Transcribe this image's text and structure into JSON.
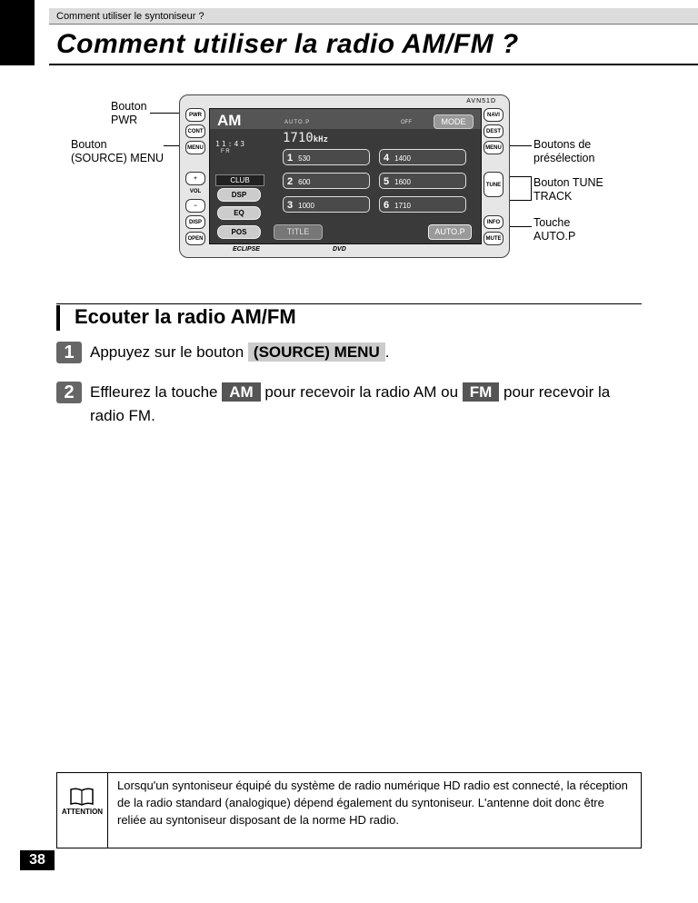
{
  "header": {
    "running_head": "Comment utiliser le syntoniseur ?",
    "title": "Comment utiliser la radio AM/FM ?"
  },
  "callouts": {
    "pwr": [
      "Bouton",
      "PWR"
    ],
    "source_menu": [
      "Bouton",
      "(SOURCE) MENU"
    ],
    "presets": [
      "Boutons de",
      "présélection"
    ],
    "tune": [
      "Bouton TUNE",
      "TRACK"
    ],
    "autop": [
      "Touche",
      "AUTO.P"
    ]
  },
  "device": {
    "model": "AVN51D",
    "left_buttons": [
      "PWR",
      "CONT",
      "MENU",
      "+",
      "VOL",
      "−",
      "DISP",
      "OPEN"
    ],
    "right_buttons": [
      "NAVI",
      "DEST",
      "MENU",
      "TUNE",
      "INFO",
      "MUTE"
    ],
    "band": "AM",
    "autop_label": "AUTO.P",
    "off_label": "OFF",
    "mode": "MODE",
    "frequency": "1710",
    "freq_unit": "kHz",
    "clock": "11:43",
    "fr": "F  R",
    "club": "CLUB",
    "pills": [
      "DSP",
      "EQ",
      "POS"
    ],
    "presets": [
      {
        "n": "1",
        "f": "530"
      },
      {
        "n": "2",
        "f": "600"
      },
      {
        "n": "3",
        "f": "1000"
      },
      {
        "n": "4",
        "f": "1400"
      },
      {
        "n": "5",
        "f": "1600"
      },
      {
        "n": "6",
        "f": "1710"
      }
    ],
    "title_btn": "TITLE",
    "autop_btn": "AUTO.P",
    "brand": "ECLIPSE",
    "dvd": "DVD"
  },
  "section": {
    "title": "Ecouter la radio AM/FM"
  },
  "steps": {
    "s1": {
      "num": "1",
      "pre": "Appuyez sur le bouton ",
      "key": "(SOURCE) MENU",
      "post": "."
    },
    "s2": {
      "num": "2",
      "pre": "Effleurez la touche ",
      "key1": "AM",
      "mid": " pour recevoir la radio AM ou ",
      "key2": "FM",
      "post": " pour recevoir la radio FM."
    }
  },
  "attention": {
    "label": "ATTENTION",
    "text": "Lorsqu'un syntoniseur équipé du système de radio numérique HD radio est connecté, la réception de la radio standard (analogique) dépend également du syntoniseur. L'antenne doit donc être reliée au syntoniseur disposant de la norme HD radio."
  },
  "page_number": "38"
}
